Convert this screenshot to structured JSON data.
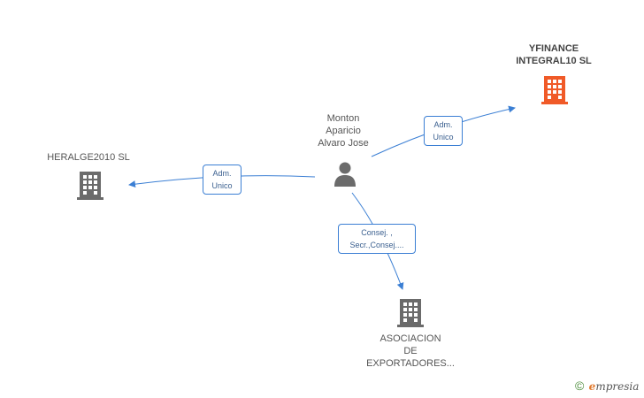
{
  "colors": {
    "edge": "#3b7fd4",
    "building_gray": "#6b6b6b",
    "building_highlight": "#f05a28",
    "person": "#6b6b6b"
  },
  "nodes": {
    "person": {
      "lines": [
        "Monton",
        "Aparicio",
        "Alvaro Jose"
      ],
      "icon": "person-icon"
    },
    "yfinance": {
      "lines": [
        "YFINANCE",
        "INTEGRAL10 SL"
      ],
      "icon": "building-icon",
      "highlighted": true
    },
    "heralge": {
      "lines": [
        "HERALGE2010 SL"
      ],
      "icon": "building-icon"
    },
    "asociacion": {
      "lines": [
        "ASOCIACION",
        "DE",
        "EXPORTADORES..."
      ],
      "icon": "building-icon"
    }
  },
  "edges": {
    "to_yfinance": {
      "lines": [
        "Adm.",
        "Unico"
      ]
    },
    "to_heralge": {
      "lines": [
        "Adm.",
        "Unico"
      ]
    },
    "to_asociacion": {
      "lines": [
        "Consej. ,",
        "Secr.,Consej...."
      ]
    }
  },
  "credit": {
    "symbol": "©",
    "brand_initial": "e",
    "brand_rest": "mpresia"
  }
}
